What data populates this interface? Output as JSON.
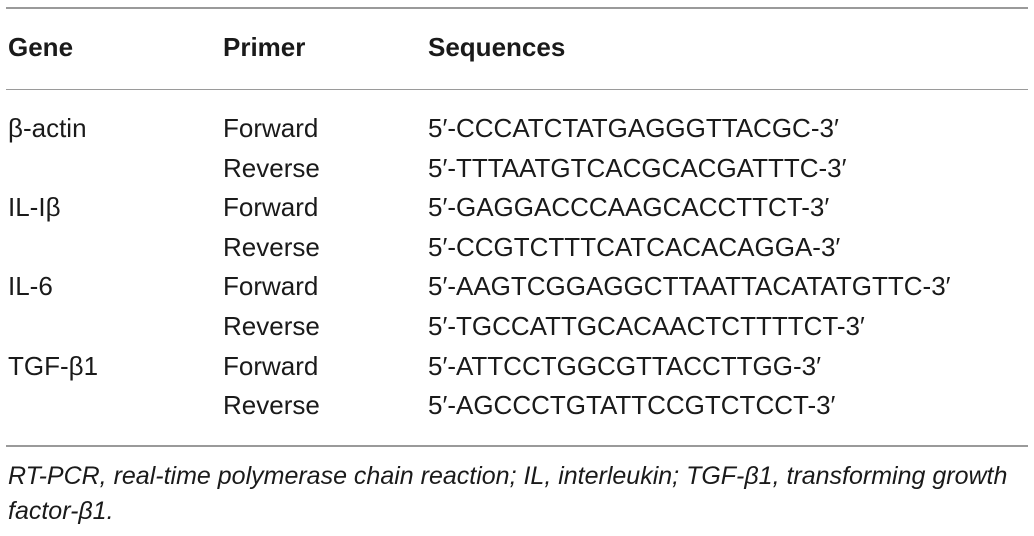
{
  "table": {
    "headers": {
      "gene": "Gene",
      "primer": "Primer",
      "sequences": "Sequences"
    },
    "rows": [
      {
        "gene": "β-actin",
        "primer": "Forward",
        "sequence": "5′-CCCATCTATGAGGGTTACGC-3′"
      },
      {
        "gene": "",
        "primer": "Reverse",
        "sequence": "5′-TTTAATGTCACGCACGATTTC-3′"
      },
      {
        "gene": "IL-Iβ",
        "primer": "Forward",
        "sequence": "5′-GAGGACCCAAGCACCTTCT-3′"
      },
      {
        "gene": "",
        "primer": "Reverse",
        "sequence": "5′-CCGTCTTTCATCACACAGGA-3′"
      },
      {
        "gene": "IL-6",
        "primer": "Forward",
        "sequence": "5′-AAGTCGGAGGCTTAATTACATATGTTC-3′"
      },
      {
        "gene": "",
        "primer": "Reverse",
        "sequence": "5′-TGCCATTGCACAACTCTTTTCT-3′"
      },
      {
        "gene": "TGF-β1",
        "primer": "Forward",
        "sequence": "5′-ATTCCTGGCGTTACCTTGG-3′"
      },
      {
        "gene": "",
        "primer": "Reverse",
        "sequence": "5′-AGCCCTGTATTCCGTCTCCT-3′"
      }
    ],
    "caption": "RT-PCR, real-time polymerase chain reaction; IL, interleukin; TGF-β1, transforming growth factor-β1."
  }
}
